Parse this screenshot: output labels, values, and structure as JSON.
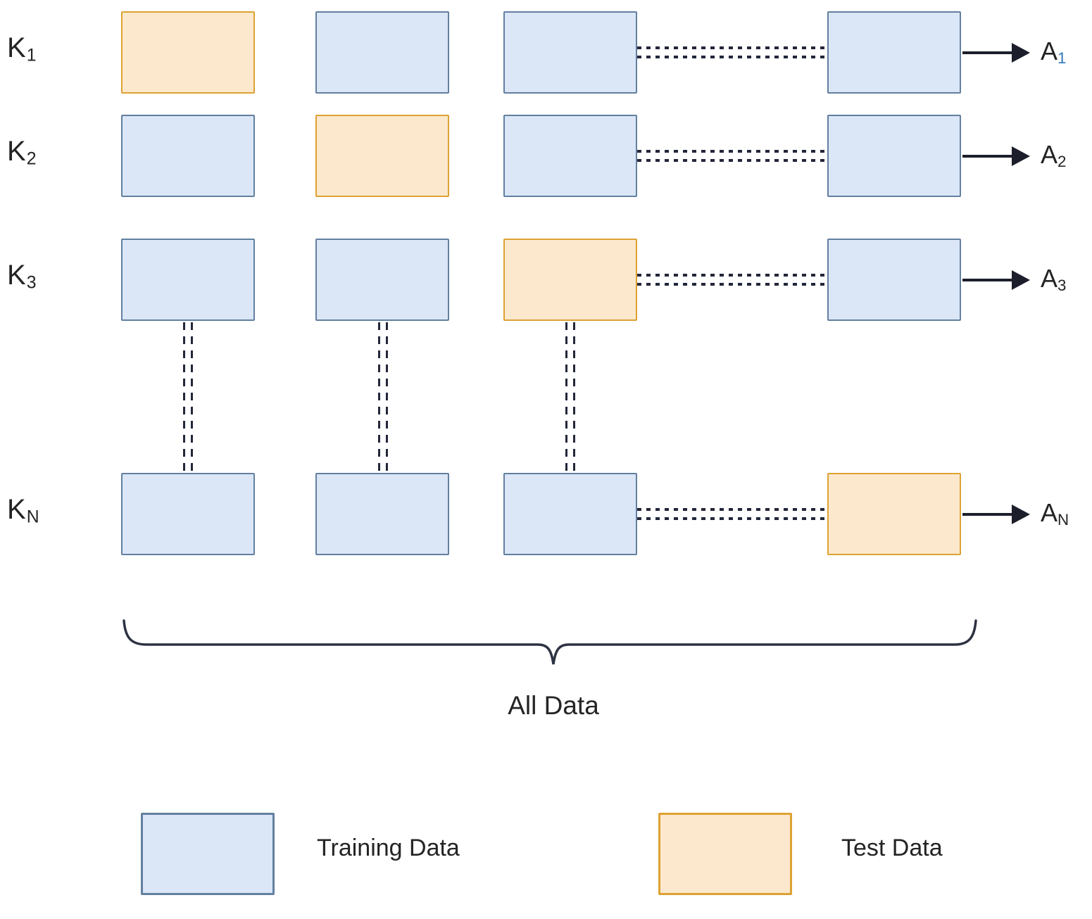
{
  "diagram_type": "k-fold cross-validation",
  "rows": [
    {
      "k": "K",
      "k_sub": "1",
      "a": "A",
      "a_sub": "1",
      "test_column": 1
    },
    {
      "k": "K",
      "k_sub": "2",
      "a": "A",
      "a_sub": "2",
      "test_column": 2
    },
    {
      "k": "K",
      "k_sub": "3",
      "a": "A",
      "a_sub": "3",
      "test_column": 3
    },
    {
      "k": "K",
      "k_sub": "N",
      "a": "A",
      "a_sub": "N",
      "test_column": 4
    }
  ],
  "columns_per_row": 4,
  "all_data_label": "All Data",
  "legend": {
    "training": {
      "label": "Training Data"
    },
    "test": {
      "label": "Test Data"
    }
  },
  "colors": {
    "train-fill": "#dbe6f7",
    "train-border": "#62809f",
    "test-fill": "#fce8cd",
    "test-border": "#dda233",
    "connector": "#23273a",
    "line": "#1c1f2b",
    "text": "#242424",
    "a1-accent": "#2e78ba"
  }
}
